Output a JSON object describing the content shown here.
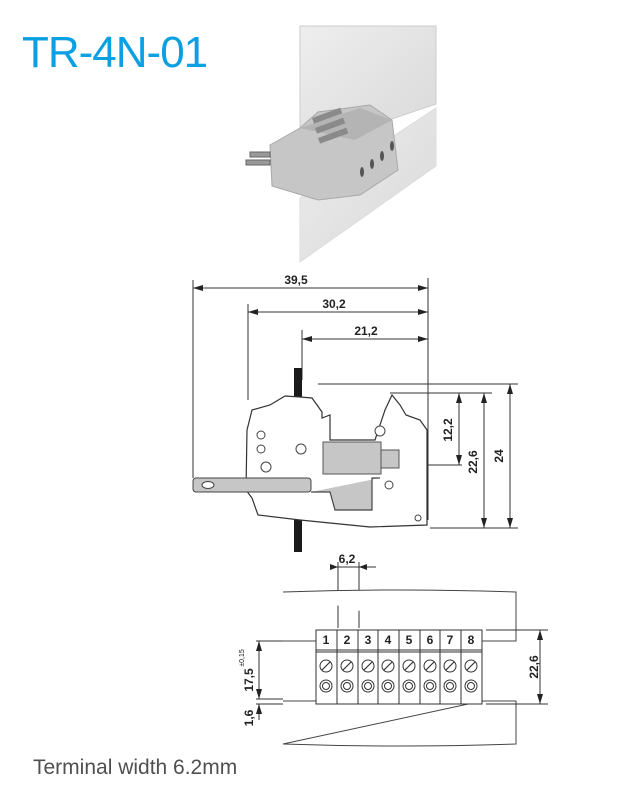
{
  "title": "TR-4N-01",
  "caption": "Terminal width 6.2mm",
  "colors": {
    "title": "#0aa0e2",
    "caption": "#505050",
    "housing": "#c9c9c9",
    "plate": "#e4e4e4"
  },
  "side_view": {
    "widths": {
      "overall": "39,5",
      "middle": "30,2",
      "inner": "21,2"
    },
    "heights": {
      "upper": "12,2",
      "body": "22,6",
      "overall": "24"
    }
  },
  "front_view": {
    "pitch": "6,2",
    "height": "22,6",
    "rail_spacing": "17,5",
    "tolerance": "±0,15",
    "offset": "1,6",
    "terminals": [
      "1",
      "2",
      "3",
      "4",
      "5",
      "6",
      "7",
      "8"
    ]
  }
}
